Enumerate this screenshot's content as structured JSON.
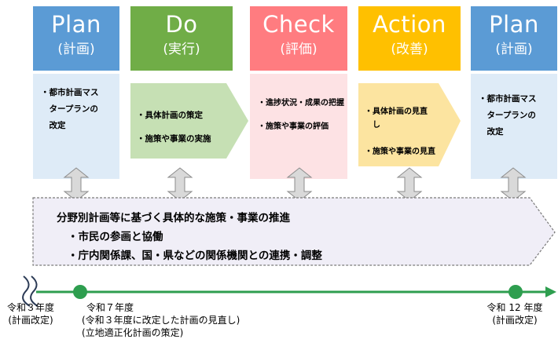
{
  "columns": [
    {
      "title": "Plan",
      "subtitle": "(計画)",
      "header_color": "#5b9bd5",
      "body_color": "#deebf7",
      "items": [
        "・都市計画マス",
        "　タープランの",
        "　改定"
      ]
    },
    {
      "title": "Do",
      "subtitle": "(実行)",
      "header_color": "#70ad47",
      "body_color": "#c6e0b4",
      "items": [
        "・具体計画の策定",
        "",
        "・施策や事業の実施"
      ]
    },
    {
      "title": "Check",
      "subtitle": "(評価)",
      "header_color": "#ff7c80",
      "body_color": "#fde2e4",
      "items": [
        "・進捗状況・成果の把握",
        "",
        "・施策や事業の評価"
      ]
    },
    {
      "title": "Action",
      "subtitle": "(改善)",
      "header_color": "#ffc000",
      "body_color": "#fce4a0",
      "items": [
        "・具体計画の見直",
        "　し",
        "",
        "・施策や事業の見直"
      ]
    },
    {
      "title": "Plan",
      "subtitle": "(計画)",
      "header_color": "#5b9bd5",
      "body_color": "#deebf7",
      "items": [
        "・都市計画マス",
        "　タープランの",
        "　改定"
      ]
    }
  ],
  "band": {
    "heading": "分野別計画等に基づく具体的な施策・事業の推進",
    "items": [
      "・市民の参画と協働",
      "・庁内関係課、国・県などの関係機関との連携・調整"
    ],
    "fill": "#f0eef7",
    "border": "#7a7a7a"
  },
  "timeline": {
    "line_color": "#2e9e4f",
    "start": {
      "line1": "令和３年度",
      "line2": "(計画改定)"
    },
    "mid": {
      "line1": "令和７年度",
      "line2": "(令和３年度に改定した計画の見直し)",
      "line3": "(立地適正化計画の策定)"
    },
    "end": {
      "line1": "令和 12 年度",
      "line2": "(計画改定)"
    }
  },
  "connector_color": "#bfbfbf"
}
